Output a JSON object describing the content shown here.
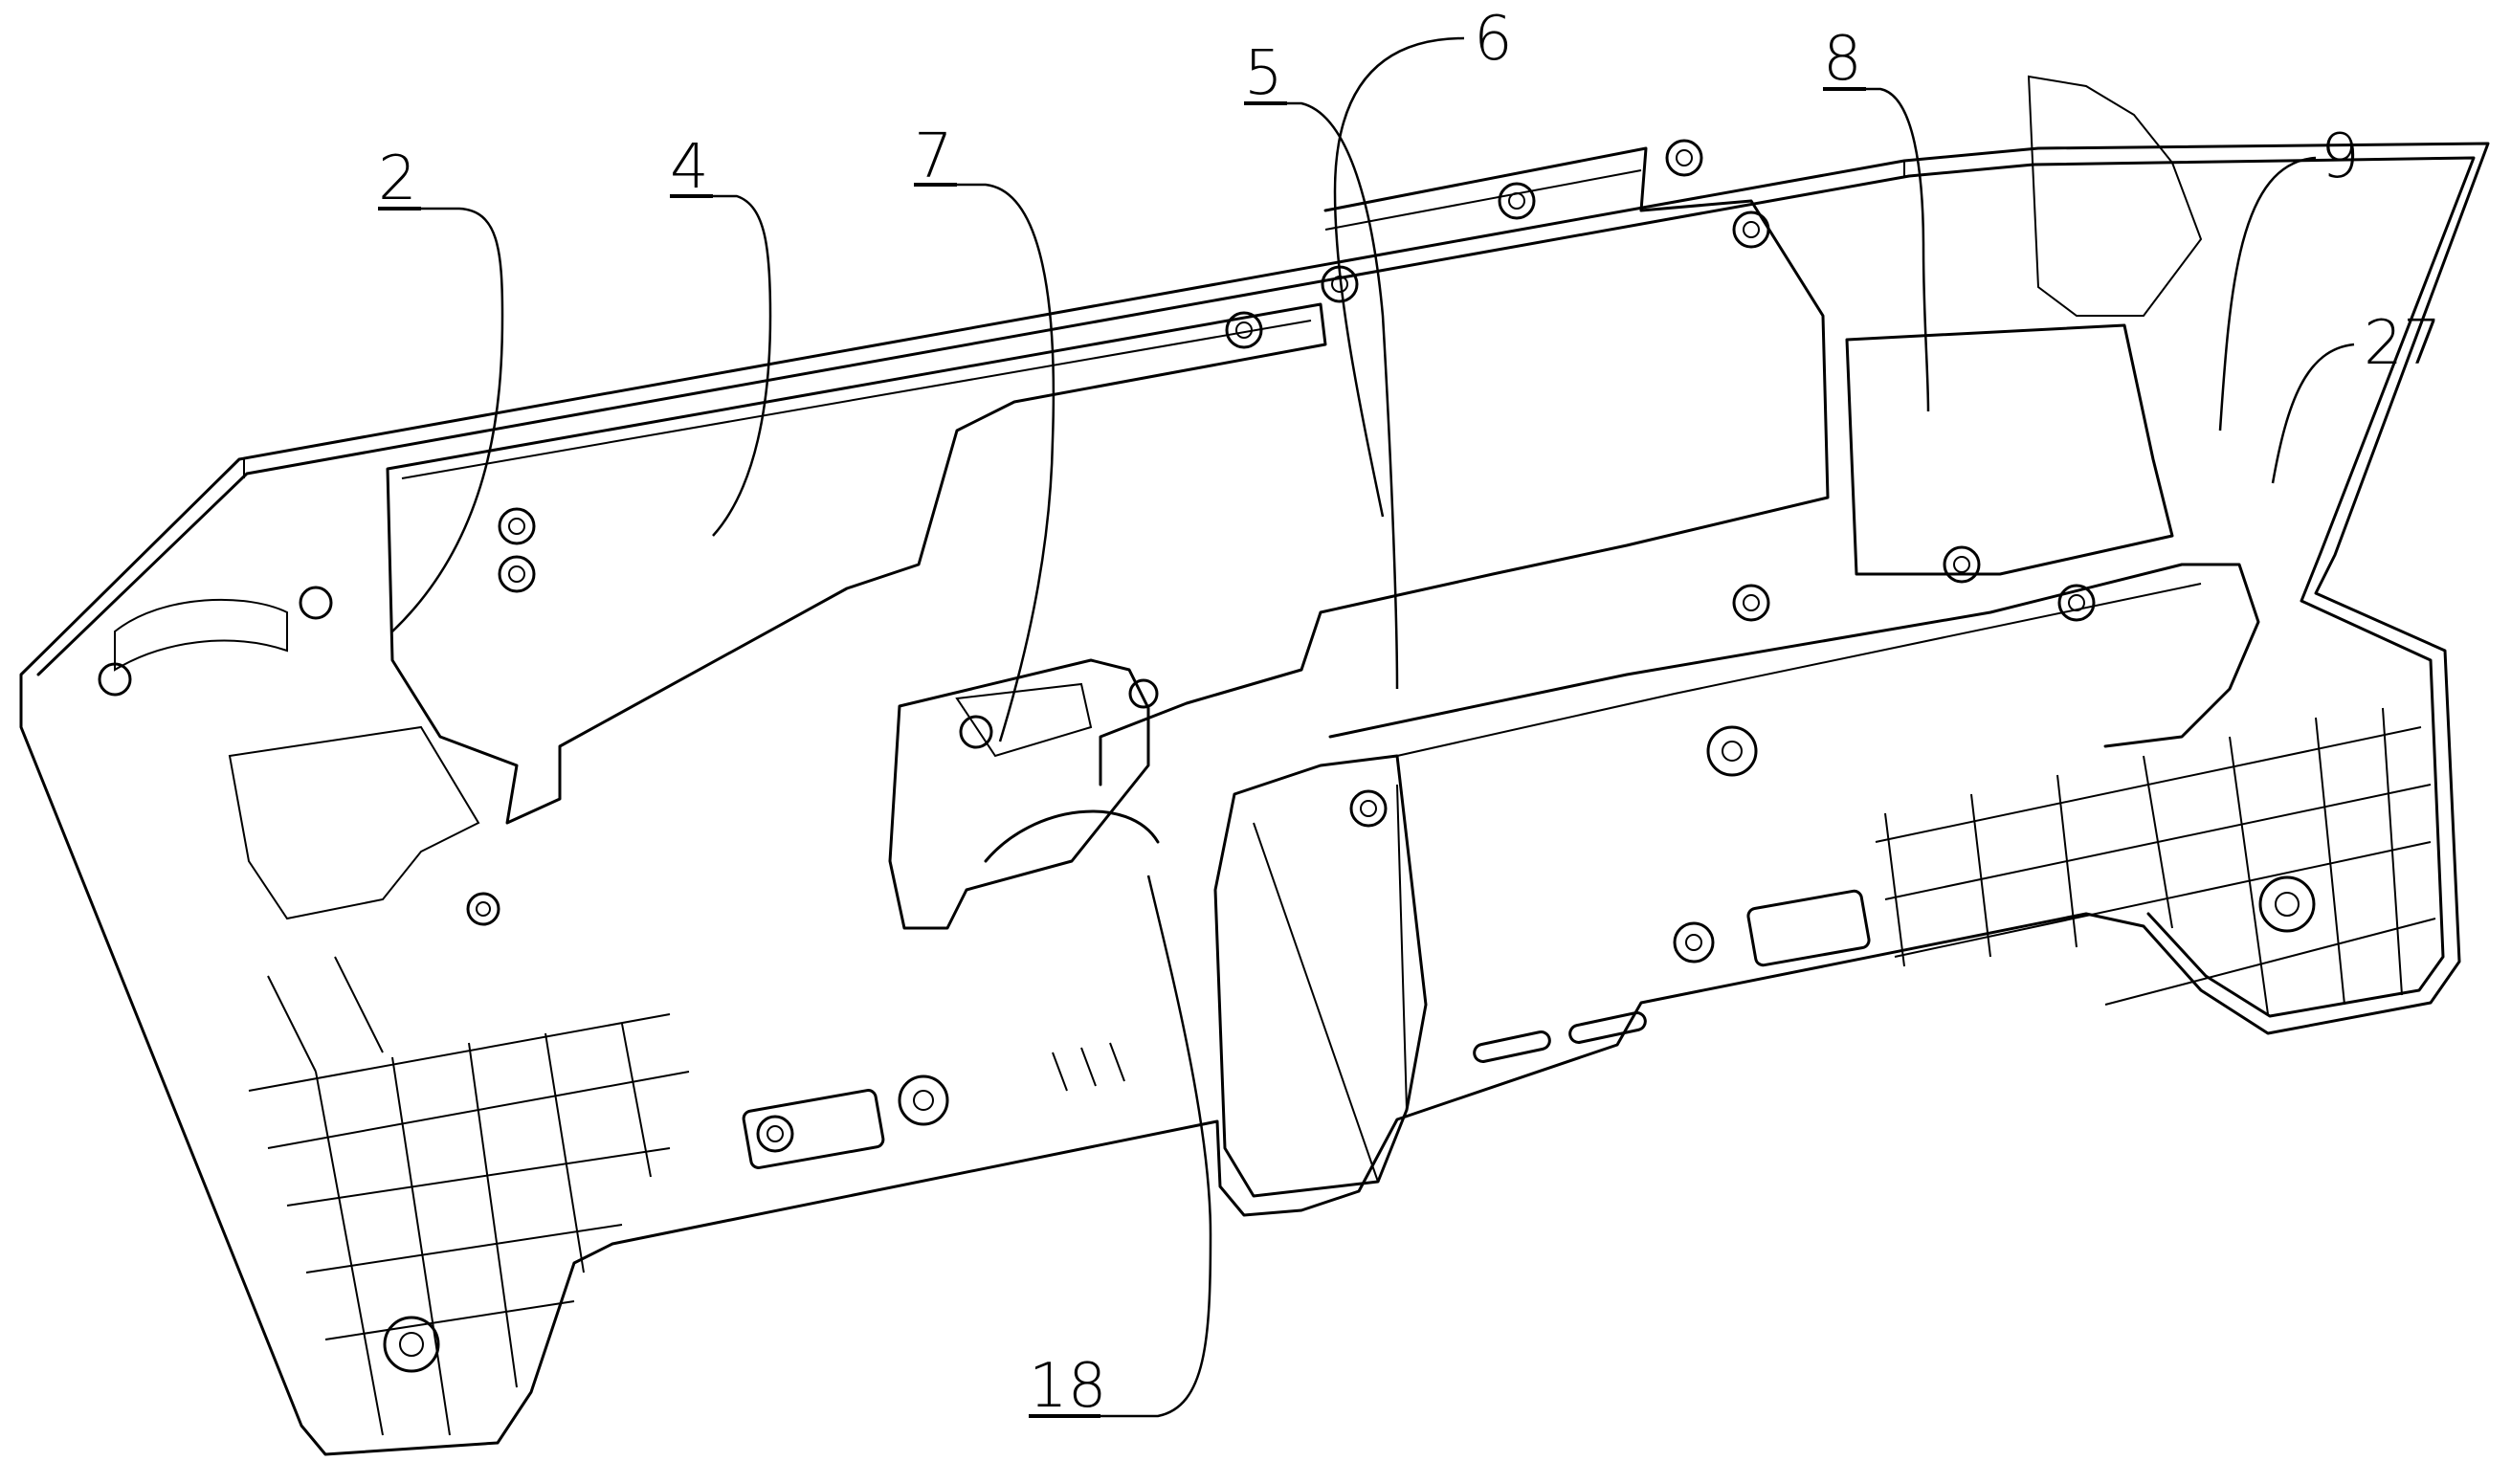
{
  "figure": {
    "type": "patent-drawing",
    "subject": "base housing perspective view",
    "colors": {
      "line": "#000000",
      "background": "#ffffff"
    }
  },
  "labels": [
    {
      "id": "label-2",
      "text": "2"
    },
    {
      "id": "label-4",
      "text": "4"
    },
    {
      "id": "label-7",
      "text": "7"
    },
    {
      "id": "label-5",
      "text": "5"
    },
    {
      "id": "label-6",
      "text": "6"
    },
    {
      "id": "label-8",
      "text": "8"
    },
    {
      "id": "label-9",
      "text": "9"
    },
    {
      "id": "label-27",
      "text": "27"
    },
    {
      "id": "label-18",
      "text": "18"
    }
  ]
}
